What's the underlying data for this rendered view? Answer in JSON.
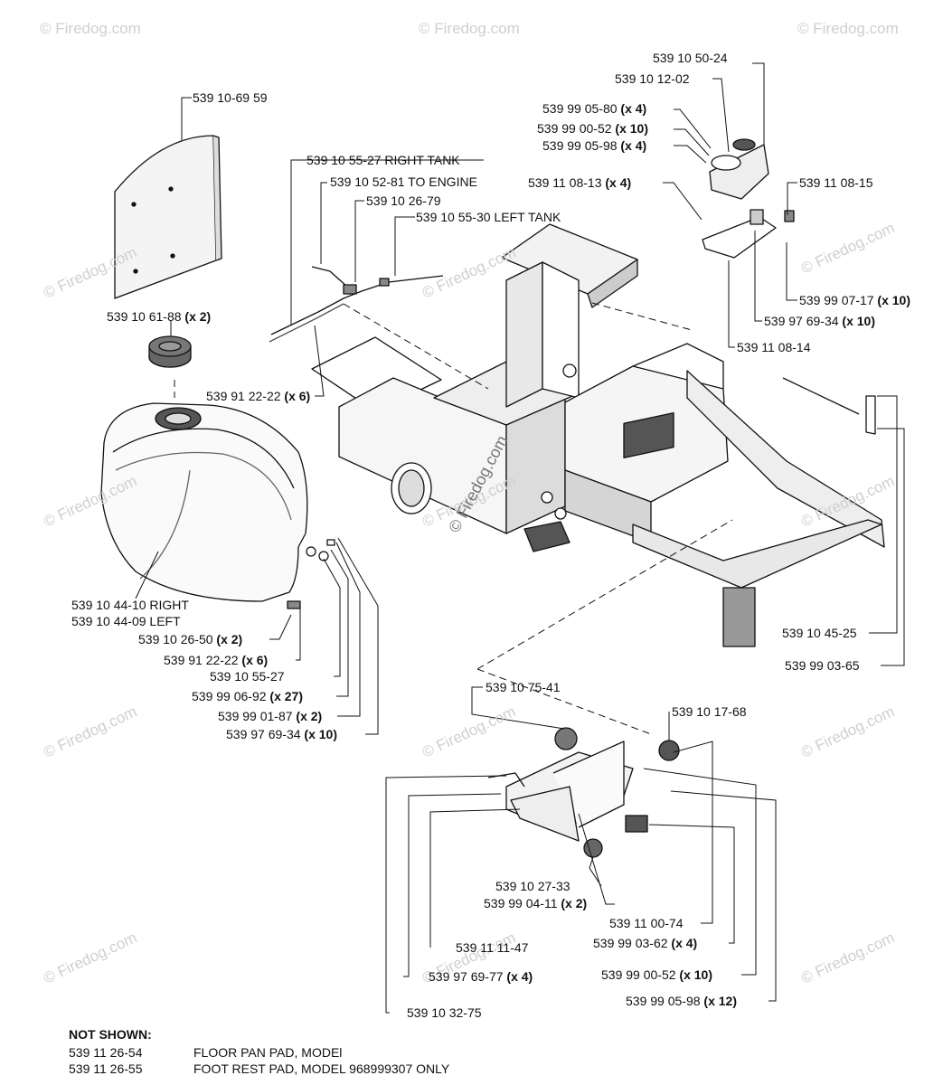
{
  "watermark": "© Firedog.com",
  "callouts": [
    {
      "id": "l1",
      "num": "539 10-69 59",
      "qty": ""
    },
    {
      "id": "l2",
      "num": "539 10 50-24",
      "qty": ""
    },
    {
      "id": "l3",
      "num": "539 10 12-02",
      "qty": ""
    },
    {
      "id": "l4",
      "num": "539 99 05-80",
      "qty": "(x 4)"
    },
    {
      "id": "l5",
      "num": "539 99 00-52",
      "qty": "(x 10)"
    },
    {
      "id": "l6",
      "num": "539 99 05-98",
      "qty": "(x 4)"
    },
    {
      "id": "l7",
      "num": "539 10 55-27 RIGHT TANK",
      "qty": ""
    },
    {
      "id": "l8",
      "num": "539 10 52-81 TO ENGINE",
      "qty": ""
    },
    {
      "id": "l9",
      "num": "539 10 26-79",
      "qty": ""
    },
    {
      "id": "l10",
      "num": "539 10 55-30 LEFT TANK",
      "qty": ""
    },
    {
      "id": "l11",
      "num": "539 11 08-13",
      "qty": "(x 4)"
    },
    {
      "id": "l12",
      "num": "539 11 08-15",
      "qty": ""
    },
    {
      "id": "l13",
      "num": "539 10 61-88",
      "qty": "(x 2)"
    },
    {
      "id": "l14",
      "num": "539 99 07-17",
      "qty": "(x 10)"
    },
    {
      "id": "l15",
      "num": "539 97 69-34",
      "qty": "(x 10)"
    },
    {
      "id": "l16",
      "num": "539 11 08-14",
      "qty": ""
    },
    {
      "id": "l17",
      "num": "539 91 22-22",
      "qty": "(x 6)"
    },
    {
      "id": "l18",
      "num": "539 10 44-10 RIGHT",
      "qty": ""
    },
    {
      "id": "l19",
      "num": "539 10 44-09 LEFT",
      "qty": ""
    },
    {
      "id": "l20",
      "num": "539 10 26-50",
      "qty": "(x 2)"
    },
    {
      "id": "l21",
      "num": "539 91 22-22",
      "qty": "(x 6)"
    },
    {
      "id": "l22",
      "num": "539 10 55-27",
      "qty": ""
    },
    {
      "id": "l23",
      "num": "539 99 06-92",
      "qty": "(x 27)"
    },
    {
      "id": "l24",
      "num": "539 99 01-87",
      "qty": "(x 2)"
    },
    {
      "id": "l25",
      "num": "539 97 69-34",
      "qty": "(x 10)"
    },
    {
      "id": "l26",
      "num": "539 10 45-25",
      "qty": ""
    },
    {
      "id": "l27",
      "num": "539 99 03-65",
      "qty": ""
    },
    {
      "id": "l28",
      "num": "539 10 75-41",
      "qty": ""
    },
    {
      "id": "l29",
      "num": "539 10 17-68",
      "qty": ""
    },
    {
      "id": "l30",
      "num": "539 10 27-33",
      "qty": ""
    },
    {
      "id": "l31",
      "num": "539 99 04-11",
      "qty": "(x 2)"
    },
    {
      "id": "l32",
      "num": "539 11 00-74",
      "qty": ""
    },
    {
      "id": "l33",
      "num": "539 11 11-47",
      "qty": ""
    },
    {
      "id": "l34",
      "num": "539 99 03-62",
      "qty": "(x 4)"
    },
    {
      "id": "l35",
      "num": "539 97 69-77",
      "qty": "(x 4)"
    },
    {
      "id": "l36",
      "num": "539 99 00-52",
      "qty": "(x 10)"
    },
    {
      "id": "l37",
      "num": "539 99 05-98",
      "qty": "(x 12)"
    },
    {
      "id": "l38",
      "num": "539 10 32-75",
      "qty": ""
    }
  ],
  "not_shown": {
    "heading": "NOT SHOWN:",
    "rows": [
      {
        "num": "539 11 26-54",
        "desc": "FLOOR PAN PAD, MODEl"
      },
      {
        "num": "539 11 26-55",
        "desc": "FOOT REST PAD, MODEL 968999307 ONLY"
      }
    ]
  }
}
